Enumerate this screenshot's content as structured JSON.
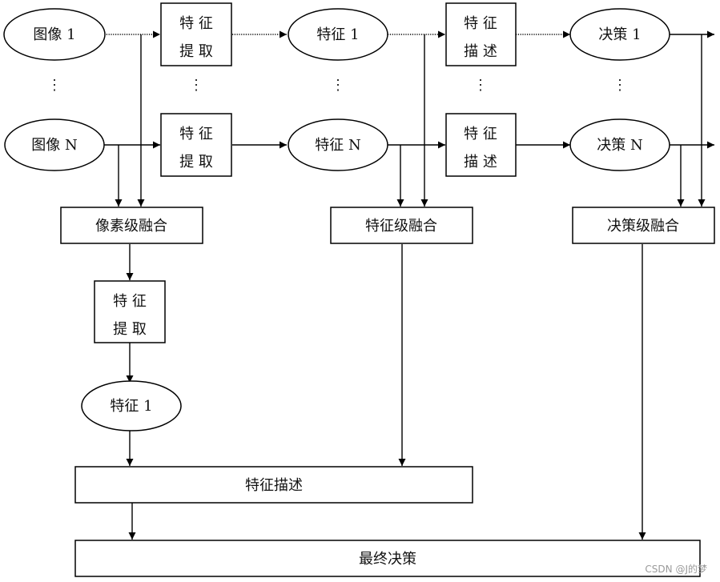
{
  "nodes": {
    "img1": "图像 1",
    "imgN": "图像 N",
    "fx1_a": "特 征",
    "fx1_b": "提 取",
    "fxN_a": "特 征",
    "fxN_b": "提 取",
    "feat1": "特征 1",
    "featN": "特征 N",
    "fd1_a": "特 征",
    "fd1_b": "描 述",
    "fdN_a": "特 征",
    "fdN_b": "描 述",
    "dec1": "决策 1",
    "decN": "决策 N",
    "pixel_fusion": "像素级融合",
    "feature_fusion": "特征级融合",
    "decision_fusion": "决策级融合",
    "pfx_a": "特 征",
    "pfx_b": "提 取",
    "pfeat1": "特征 1",
    "feature_desc": "特征描述",
    "final_decision": "最终决策"
  },
  "ellipsis": "⋮",
  "watermark": "CSDN @J的梦"
}
